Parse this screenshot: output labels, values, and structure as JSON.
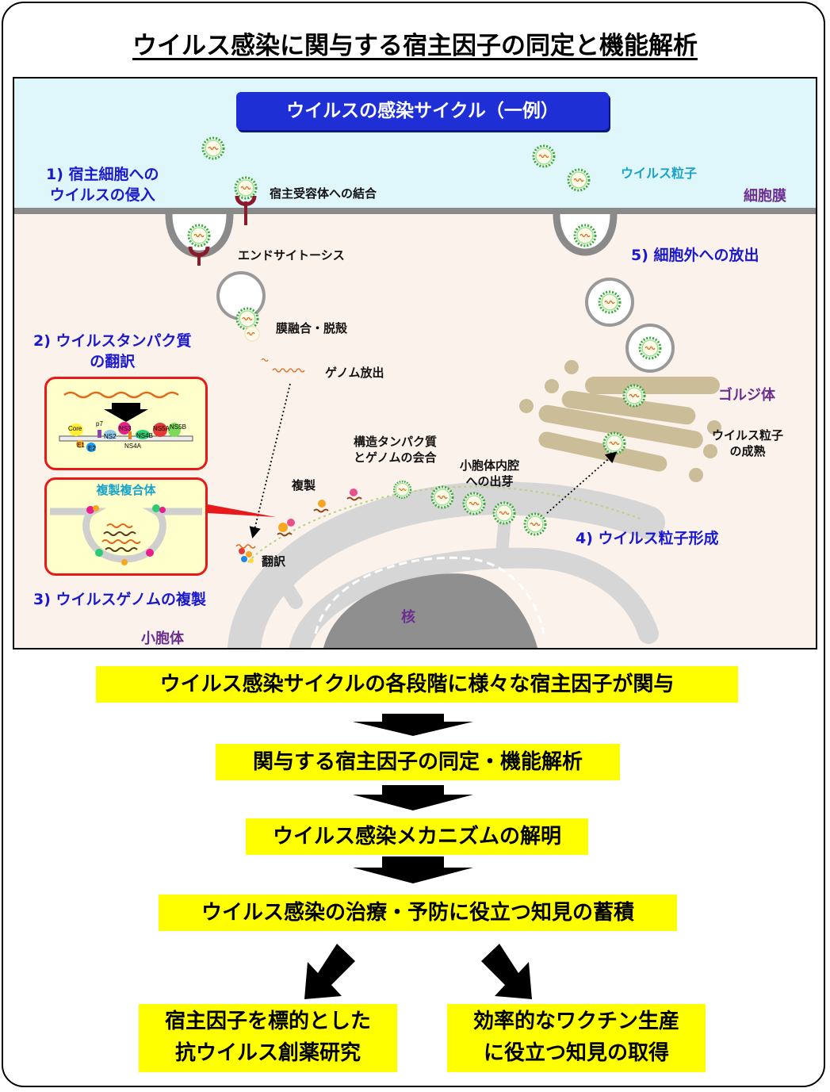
{
  "title": "ウイルス感染に関与する宿主因子の同定と機能解析",
  "diagram": {
    "cycle_title": "ウイルスの感染サイクル（一例）",
    "steps": {
      "entry": [
        "1) 宿主細胞への",
        "ウイルスの侵入"
      ],
      "translation": [
        "2) ウイルスタンパク質",
        "の翻訳"
      ],
      "replication": "3) ウイルスゲノムの複製",
      "formation": "4) ウイルス粒子形成",
      "release": "5) 細胞外への放出"
    },
    "labels": {
      "virus_particle": "ウイルス粒子",
      "cell_membrane": "細胞膜",
      "receptor_binding": "宿主受容体への結合",
      "endocytosis": "エンドサイトーシス",
      "fusion": "膜融合・脱殻",
      "genome_release": "ゲノム放出",
      "golgi": "ゴルジ体",
      "maturation": [
        "ウイルス粒子",
        "の成熟"
      ],
      "assembly": [
        "構造タンパク質",
        "とゲノムの会合"
      ],
      "budding": [
        "小胞体内腔",
        "への出芽"
      ],
      "replication_short": "複製",
      "translation_short": "翻訳",
      "nucleus": "核",
      "er": "小胞体",
      "replication_complex": "複製複合体"
    },
    "proteins": [
      "Core",
      "p7",
      "NS3",
      "NS4B",
      "NS5A",
      "NS5B",
      "NS2",
      "NS4A",
      "E1",
      "E2"
    ]
  },
  "flow": {
    "step1": "ウイルス感染サイクルの各段階に様々な宿主因子が関与",
    "step2": "関与する宿主因子の同定・機能解析",
    "step3": "ウイルス感染メカニズムの解明",
    "step4": "ウイルス感染の治療・予防に役立つ知見の蓄積",
    "outcome_left": [
      "宿主因子を標的とした",
      "抗ウイルス創薬研究"
    ],
    "outcome_right": [
      "効率的なワクチン生産",
      "に役立つ知見の取得"
    ]
  },
  "colors": {
    "cycle_title_bg": "#1f2fd6",
    "step_text": "#1a1acc",
    "organelle_text": "#6b2d8f",
    "virus_label": "#19a3c9",
    "highlight": "#ffff00",
    "extracellular": "#dff7fb",
    "cytoplasm": "#fcf2ec"
  }
}
